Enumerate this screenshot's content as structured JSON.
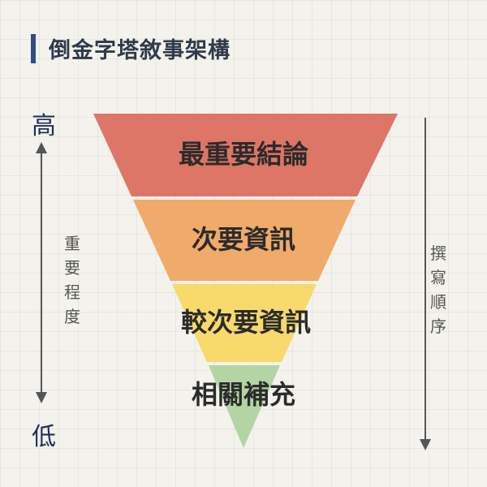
{
  "title": "倒金字塔敘事架構",
  "importance": {
    "high": "高",
    "low": "低",
    "label": "重要程度"
  },
  "writing_order": {
    "label": "撰寫順序"
  },
  "tiers": [
    {
      "label": "最重要結論",
      "color": "#dd7667"
    },
    {
      "label": "次要資訊",
      "color": "#f0aa6a"
    },
    {
      "label": "較次要資訊",
      "color": "#f7d96c"
    },
    {
      "label": "相關補充",
      "color": "#b3d5a4"
    }
  ],
  "colors": {
    "accent": "#2c4f86",
    "axis": "#555555",
    "background": "#f3f2ec"
  }
}
